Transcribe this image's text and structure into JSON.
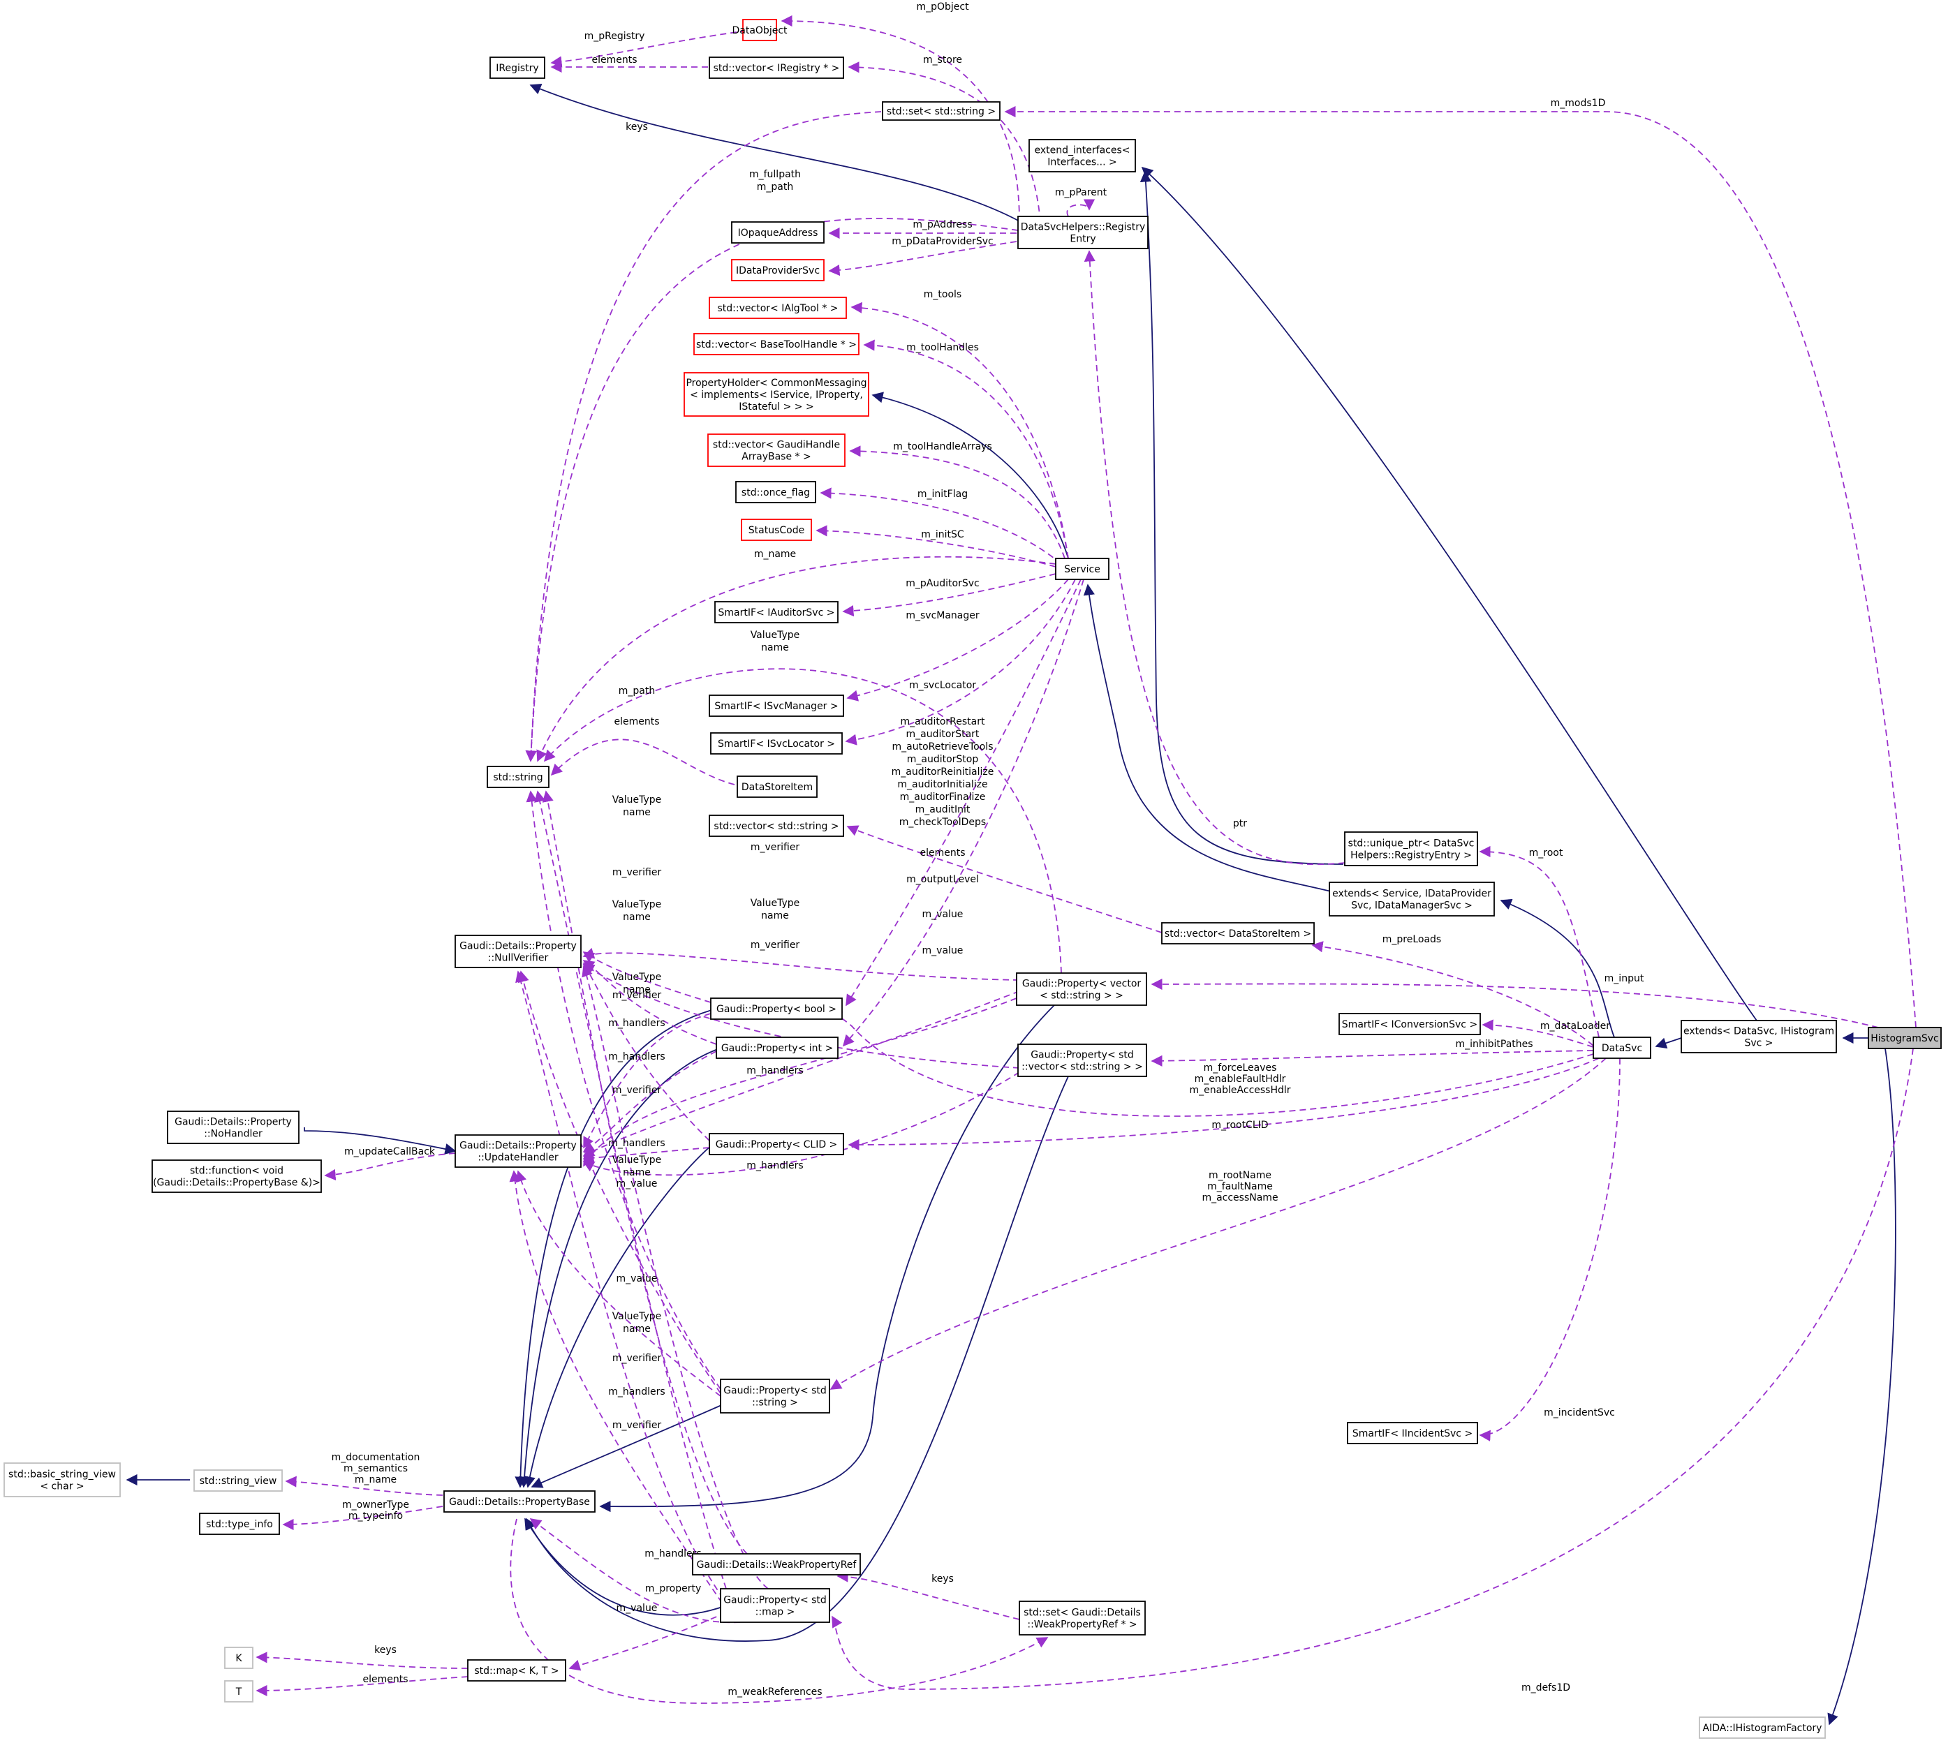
{
  "colors": {
    "inherit": "#191970",
    "usage": "#9a32cd",
    "node_border": "#000000",
    "node_border_incomplete": "#ff0000",
    "node_border_external": "#bfbfbf",
    "focus_fill": "#bfbfbf"
  },
  "nodes": [
    {
      "id": "DataObject",
      "lines": [
        "DataObject"
      ],
      "kind": "red"
    },
    {
      "id": "IRegistry",
      "lines": [
        "IRegistry"
      ],
      "kind": "normal"
    },
    {
      "id": "VecIRegistry",
      "lines": [
        "std::vector< IRegistry * >"
      ],
      "kind": "normal"
    },
    {
      "id": "SetString",
      "lines": [
        "std::set< std::string >"
      ],
      "kind": "normal"
    },
    {
      "id": "ExtendInterfaces",
      "lines": [
        "extend_interfaces<",
        "Interfaces... >"
      ],
      "kind": "normal"
    },
    {
      "id": "IOpaqueAddress",
      "lines": [
        "IOpaqueAddress"
      ],
      "kind": "normal"
    },
    {
      "id": "RegistryEntry",
      "lines": [
        "DataSvcHelpers::Registry",
        "Entry"
      ],
      "kind": "normal"
    },
    {
      "id": "IDataProviderSvc",
      "lines": [
        "IDataProviderSvc"
      ],
      "kind": "red"
    },
    {
      "id": "VecIAlgTool",
      "lines": [
        "std::vector< IAlgTool * >"
      ],
      "kind": "red"
    },
    {
      "id": "VecBaseToolHandle",
      "lines": [
        "std::vector< BaseToolHandle * >"
      ],
      "kind": "red"
    },
    {
      "id": "PropertyHolder",
      "lines": [
        "PropertyHolder< CommonMessaging",
        "< implements< IService, IProperty,",
        "IStateful > > >"
      ],
      "kind": "red"
    },
    {
      "id": "VecGaudiHandleArrayBase",
      "lines": [
        "std::vector< GaudiHandle",
        "ArrayBase * >"
      ],
      "kind": "red"
    },
    {
      "id": "OnceFlag",
      "lines": [
        "std::once_flag"
      ],
      "kind": "normal"
    },
    {
      "id": "StatusCode",
      "lines": [
        "StatusCode"
      ],
      "kind": "red"
    },
    {
      "id": "Service",
      "lines": [
        "Service"
      ],
      "kind": "normal"
    },
    {
      "id": "SmartIFAuditor",
      "lines": [
        "SmartIF< IAuditorSvc >"
      ],
      "kind": "normal"
    },
    {
      "id": "SmartIFSvcManager",
      "lines": [
        "SmartIF< ISvcManager >"
      ],
      "kind": "normal"
    },
    {
      "id": "SmartIFSvcLocator",
      "lines": [
        "SmartIF< ISvcLocator >"
      ],
      "kind": "normal"
    },
    {
      "id": "StdString",
      "lines": [
        "std::string"
      ],
      "kind": "normal"
    },
    {
      "id": "DataStoreItem",
      "lines": [
        "DataStoreItem"
      ],
      "kind": "normal"
    },
    {
      "id": "VecStdString",
      "lines": [
        "std::vector< std::string >"
      ],
      "kind": "normal"
    },
    {
      "id": "UniquePtr",
      "lines": [
        "std::unique_ptr< DataSvc",
        "Helpers::RegistryEntry >"
      ],
      "kind": "normal"
    },
    {
      "id": "ExtendsService",
      "lines": [
        "extends< Service, IDataProvider",
        "Svc, IDataManagerSvc >"
      ],
      "kind": "normal"
    },
    {
      "id": "VecDataStoreItem",
      "lines": [
        "std::vector< DataStoreItem >"
      ],
      "kind": "normal"
    },
    {
      "id": "NullVerifier",
      "lines": [
        "Gaudi::Details::Property",
        "::NullVerifier"
      ],
      "kind": "normal"
    },
    {
      "id": "PropVecString",
      "lines": [
        "Gaudi::Property< vector",
        "< std::string > >"
      ],
      "kind": "normal"
    },
    {
      "id": "PropBool",
      "lines": [
        "Gaudi::Property< bool >"
      ],
      "kind": "normal"
    },
    {
      "id": "SmartIFConversion",
      "lines": [
        "SmartIF< IConversionSvc >"
      ],
      "kind": "normal"
    },
    {
      "id": "PropInt",
      "lines": [
        "Gaudi::Property< int >"
      ],
      "kind": "normal"
    },
    {
      "id": "PropStdVecString",
      "lines": [
        "Gaudi::Property< std",
        "::vector< std::string > >"
      ],
      "kind": "normal"
    },
    {
      "id": "DataSvc",
      "lines": [
        "DataSvc"
      ],
      "kind": "normal"
    },
    {
      "id": "ExtendsDataSvc",
      "lines": [
        "extends< DataSvc, IHistogram",
        "Svc >"
      ],
      "kind": "normal"
    },
    {
      "id": "HistogramSvc",
      "lines": [
        "HistogramSvc"
      ],
      "kind": "focus"
    },
    {
      "id": "NoHandler",
      "lines": [
        "Gaudi::Details::Property",
        "::NoHandler"
      ],
      "kind": "normal"
    },
    {
      "id": "UpdateHandler",
      "lines": [
        "Gaudi::Details::Property",
        "::UpdateHandler"
      ],
      "kind": "normal"
    },
    {
      "id": "StdFunction",
      "lines": [
        "std::function< void",
        "(Gaudi::Details::PropertyBase &)>"
      ],
      "kind": "normal"
    },
    {
      "id": "PropCLID",
      "lines": [
        "Gaudi::Property< CLID >"
      ],
      "kind": "normal"
    },
    {
      "id": "PropStdString",
      "lines": [
        "Gaudi::Property< std",
        "::string >"
      ],
      "kind": "normal"
    },
    {
      "id": "SmartIFIncident",
      "lines": [
        "SmartIF< IIncidentSvc >"
      ],
      "kind": "normal"
    },
    {
      "id": "BasicStringView",
      "lines": [
        "std::basic_string_view",
        "< char >"
      ],
      "kind": "gray"
    },
    {
      "id": "StringView",
      "lines": [
        "std::string_view"
      ],
      "kind": "gray"
    },
    {
      "id": "PropertyBase",
      "lines": [
        "Gaudi::Details::PropertyBase"
      ],
      "kind": "normal"
    },
    {
      "id": "TypeInfo",
      "lines": [
        "std::type_info"
      ],
      "kind": "normal"
    },
    {
      "id": "WeakPropertyRef",
      "lines": [
        "Gaudi::Details::WeakPropertyRef"
      ],
      "kind": "normal"
    },
    {
      "id": "PropMap",
      "lines": [
        "Gaudi::Property< std",
        "::map >"
      ],
      "kind": "normal"
    },
    {
      "id": "SetWeakPropertyRef",
      "lines": [
        "std::set< Gaudi::Details",
        "::WeakPropertyRef * >"
      ],
      "kind": "normal"
    },
    {
      "id": "K",
      "lines": [
        "K"
      ],
      "kind": "gray"
    },
    {
      "id": "StdMap",
      "lines": [
        "std::map< K, T >"
      ],
      "kind": "normal"
    },
    {
      "id": "T",
      "lines": [
        "T"
      ],
      "kind": "gray"
    },
    {
      "id": "IHistogramFactory",
      "lines": [
        "AIDA::IHistogramFactory"
      ],
      "kind": "gray"
    }
  ],
  "edge_labels": [
    "m_pObject",
    "m_pRegistry",
    "elements",
    "m_store",
    "keys",
    "m_mods1D",
    "m_fullpath",
    "m_path",
    "m_pParent",
    "m_pAddress",
    "m_pDataProviderSvc",
    "m_tools",
    "m_toolHandles",
    "m_toolHandleArrays",
    "m_initFlag",
    "m_initSC",
    "m_name",
    "m_pAuditorSvc",
    "m_svcManager",
    "ValueType",
    "name",
    "m_svcLocator",
    "m_path",
    "elements",
    "m_auditorRestart",
    "m_auditorStart",
    "m_autoRetrieveTools",
    "m_auditorStop",
    "m_auditorReinitialize",
    "m_auditorInitialize",
    "m_auditorFinalize",
    "m_auditInit",
    "m_checkToolDeps",
    "ptr",
    "m_root",
    "ValueType",
    "name",
    "m_verifier",
    "elements",
    "m_verifier",
    "m_outputLevel",
    "ValueType",
    "name",
    "ValueType",
    "name",
    "m_value",
    "m_verifier",
    "m_value",
    "m_preLoads",
    "m_input",
    "ValueType",
    "name",
    "m_verifier",
    "m_handlers",
    "m_dataLoader",
    "m_handlers",
    "m_inhibitPathes",
    "m_handlers",
    "m_verifier",
    "m_forceLeaves",
    "m_enableFaultHdlr",
    "m_enableAccessHdlr",
    "m_updateCallBack",
    "m_handlers",
    "ValueType",
    "name",
    "m_rootCLID",
    "m_handlers",
    "m_value",
    "m_rootName",
    "m_faultName",
    "m_accessName",
    "m_value",
    "ValueType",
    "name",
    "m_verifier",
    "m_handlers",
    "m_verifier",
    "m_incidentSvc",
    "m_documentation",
    "m_semantics",
    "m_name",
    "m_ownerType",
    "m_typeinfo",
    "m_handlers",
    "keys",
    "m_property",
    "m_value",
    "keys",
    "elements",
    "m_weakReferences",
    "m_defs1D"
  ]
}
